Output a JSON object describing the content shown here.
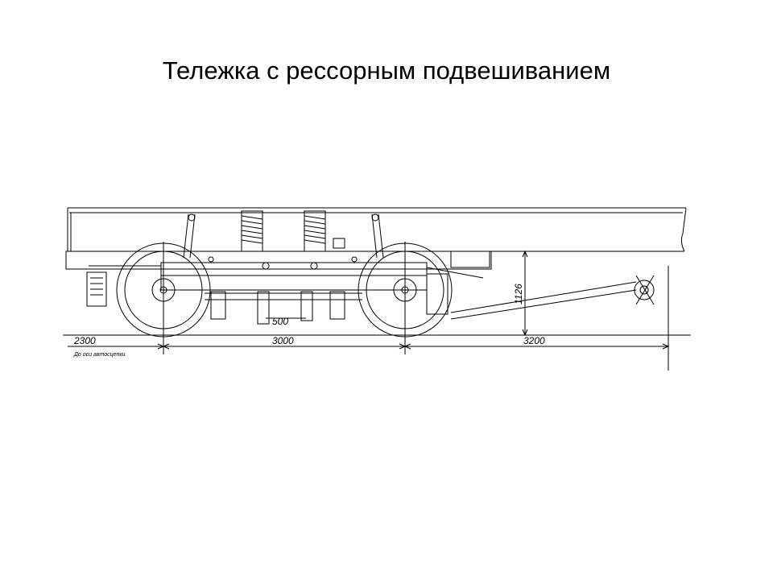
{
  "title": "Тележка с рессорным подвешиванием",
  "dimensions": {
    "left_overhang": "2300",
    "left_note": "До оси автосцепки",
    "wheelbase": "3000",
    "right_span": "3200",
    "center_small": "500",
    "height": "1126"
  }
}
